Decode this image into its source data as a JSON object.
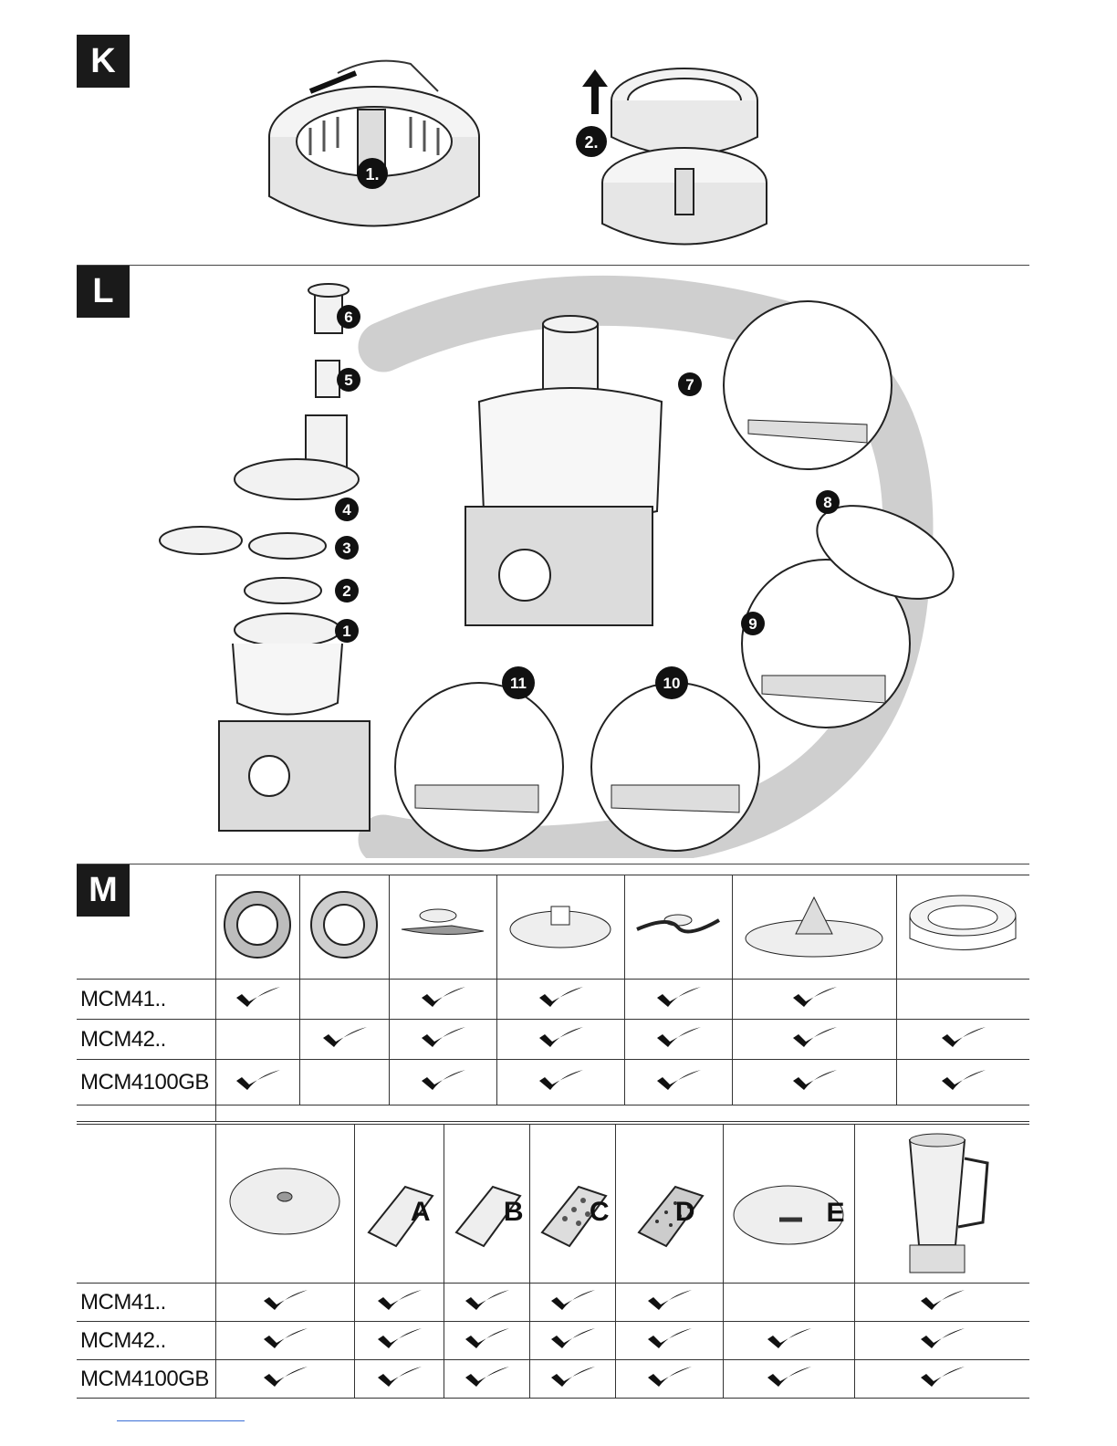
{
  "sections": {
    "k": {
      "label": "K",
      "steps": [
        "1.",
        "2."
      ]
    },
    "l": {
      "label": "L",
      "steps": [
        "6",
        "5",
        "4",
        "3",
        "2",
        "1",
        "7",
        "8",
        "9",
        "10",
        "11"
      ]
    },
    "m": {
      "label": "M"
    }
  },
  "table_top": {
    "accessories": [
      "dial-icon",
      "dial-icon",
      "dough-hook-icon",
      "lid-icon",
      "blade-icon",
      "citrus-press-icon",
      "sieve-ring-icon"
    ],
    "rows": [
      {
        "model": "MCM41..",
        "checks": [
          true,
          false,
          true,
          true,
          true,
          true,
          false
        ]
      },
      {
        "model": "MCM42..",
        "checks": [
          false,
          true,
          true,
          true,
          true,
          true,
          true
        ]
      },
      {
        "model": "MCM4100GB",
        "checks": [
          true,
          false,
          true,
          true,
          true,
          true,
          true
        ]
      }
    ]
  },
  "table_bottom": {
    "accessories": [
      {
        "icon": "slicing-disc-icon",
        "letter": ""
      },
      {
        "icon": "insert-icon",
        "letter": "A"
      },
      {
        "icon": "insert-icon",
        "letter": "B"
      },
      {
        "icon": "grater-insert-icon",
        "letter": "C"
      },
      {
        "icon": "grater-insert-icon",
        "letter": "D"
      },
      {
        "icon": "disc-icon",
        "letter": "E"
      },
      {
        "icon": "blender-icon",
        "letter": ""
      }
    ],
    "rows": [
      {
        "model": "MCM41..",
        "checks": [
          true,
          true,
          true,
          true,
          true,
          false,
          true
        ]
      },
      {
        "model": "MCM42..",
        "checks": [
          true,
          true,
          true,
          true,
          true,
          true,
          true
        ]
      },
      {
        "model": "MCM4100GB",
        "checks": [
          true,
          true,
          true,
          true,
          true,
          true,
          true
        ]
      }
    ]
  }
}
